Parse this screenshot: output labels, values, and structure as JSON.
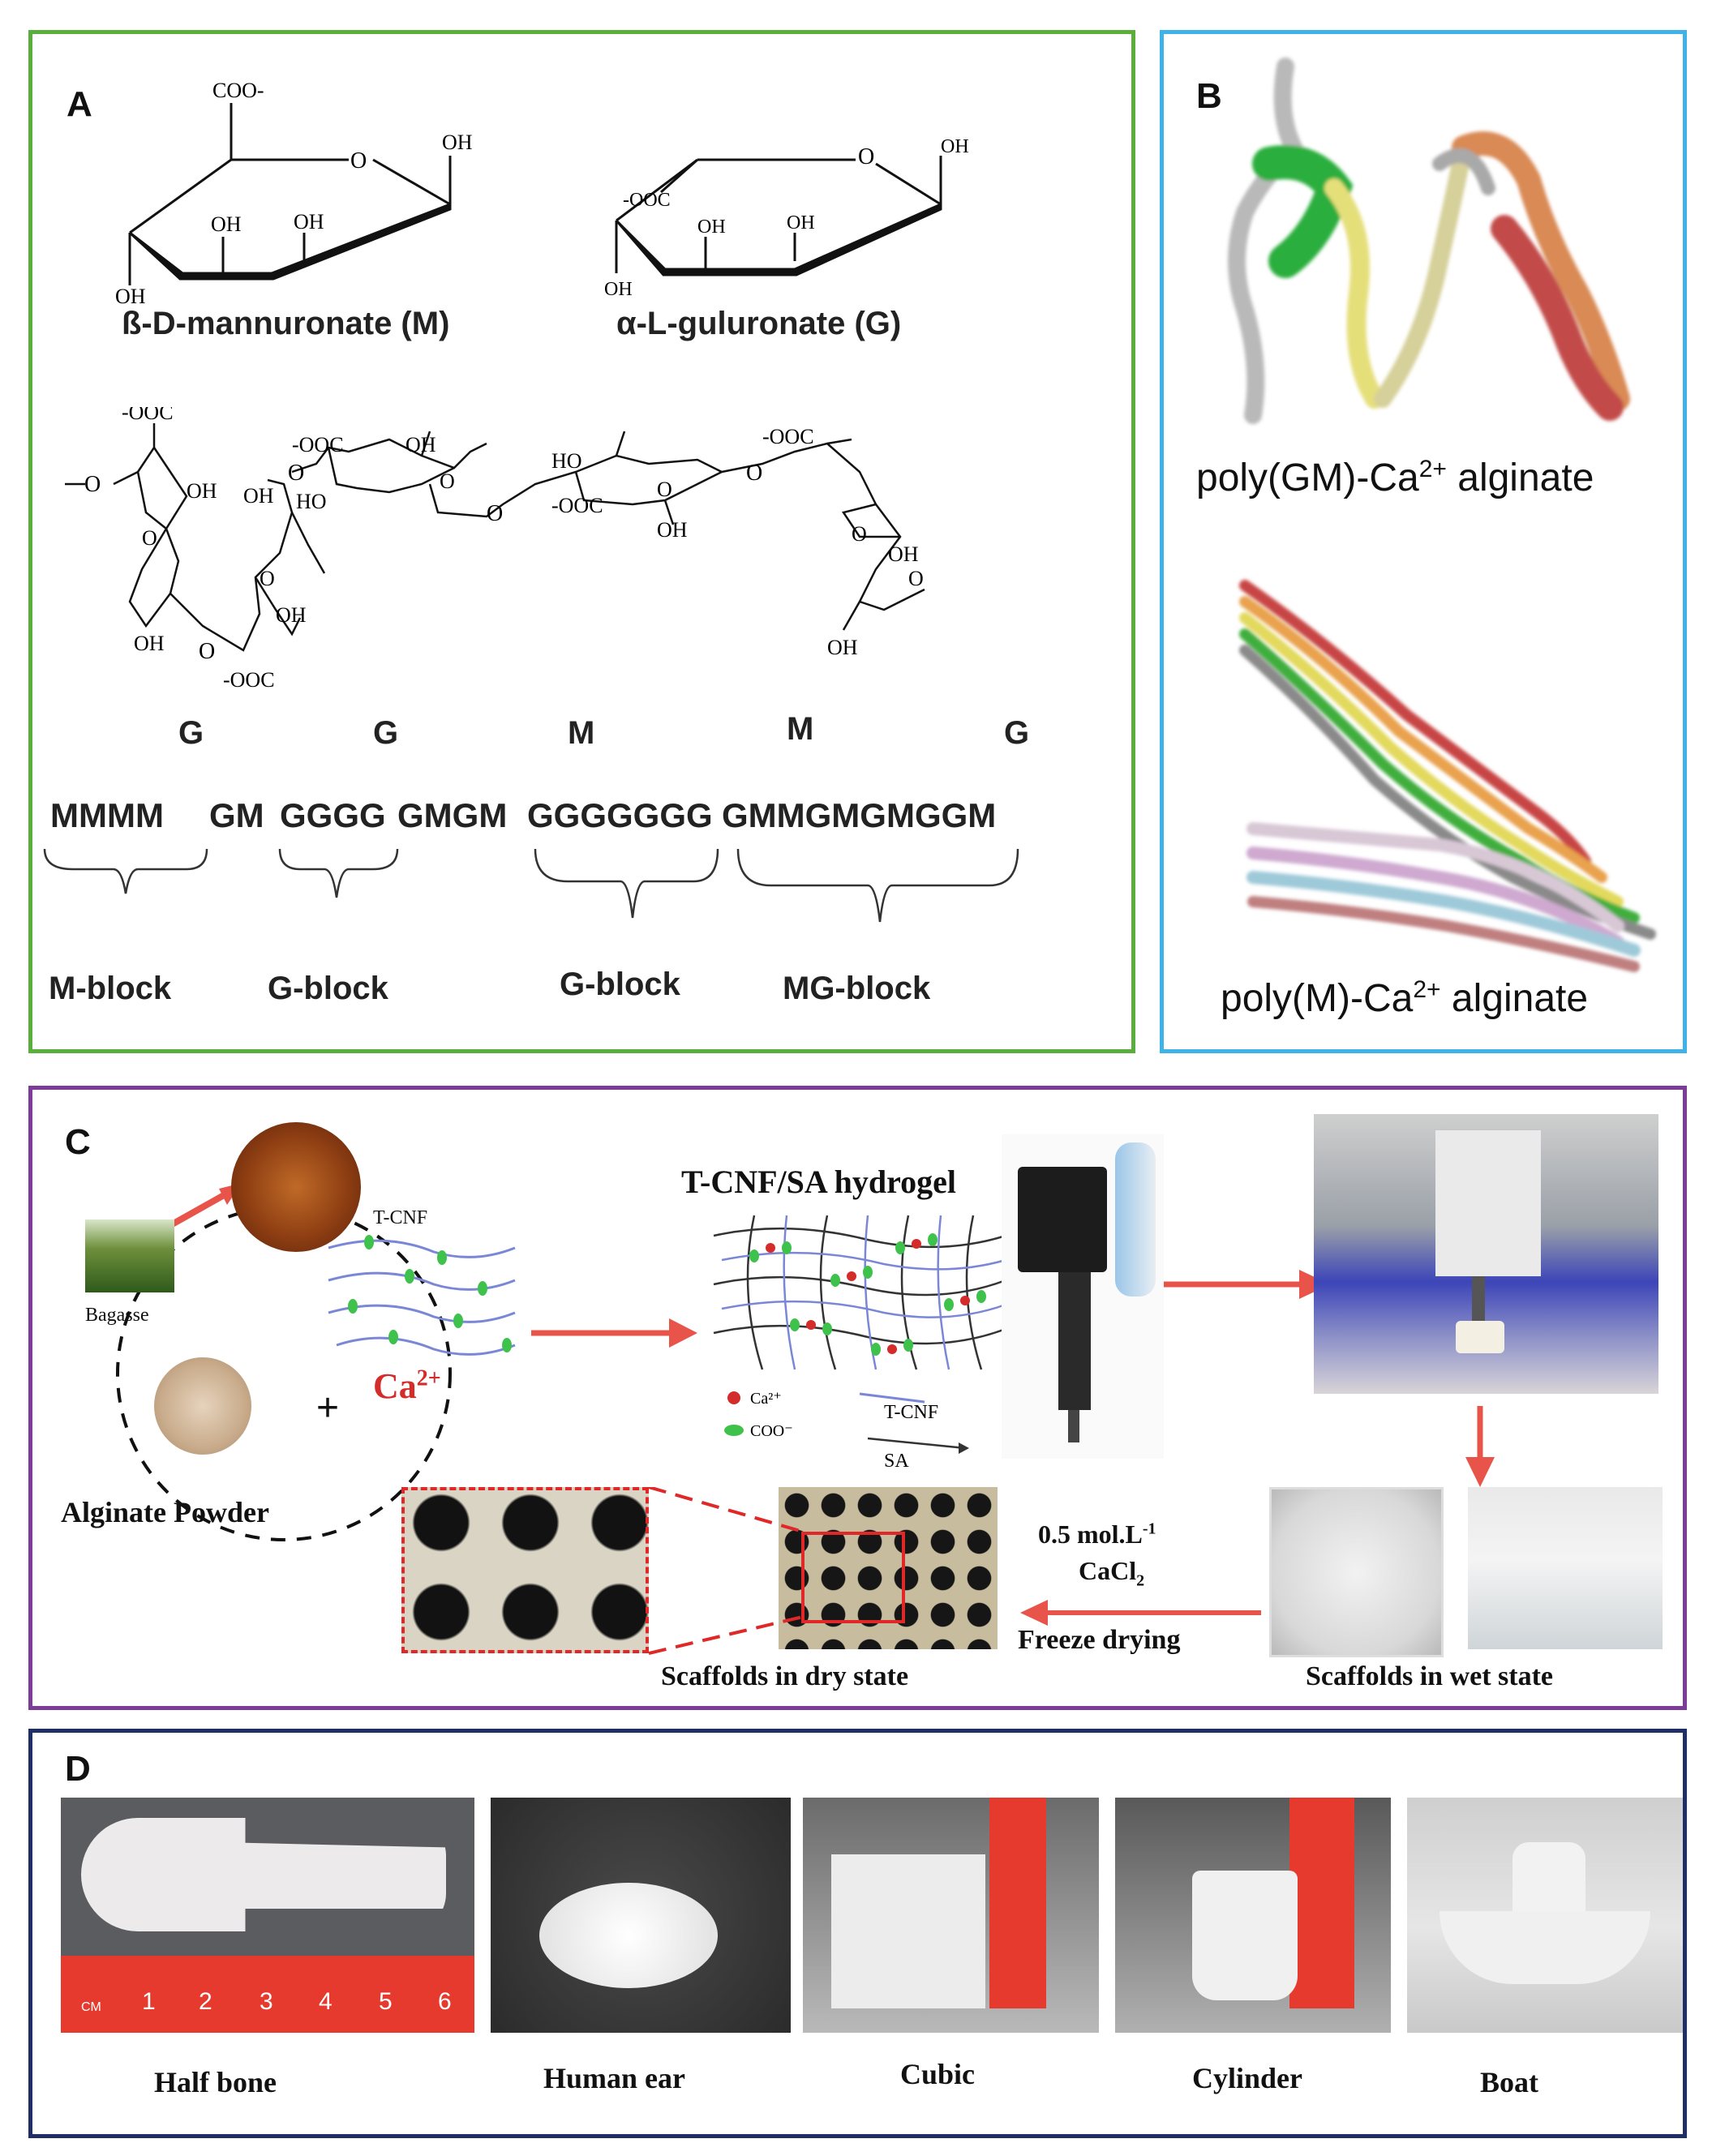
{
  "panels": {
    "A": {
      "label": "A",
      "monomers": [
        {
          "name": "ß-D-mannuronate (M)",
          "groups": [
            "COO-",
            "O",
            "OH",
            "OH",
            "OH",
            "OH"
          ]
        },
        {
          "name": "α-L-guluronate (G)",
          "groups": [
            "O",
            "OH",
            "-OOC",
            "OH",
            "OH",
            "OH"
          ]
        }
      ],
      "chain_units": [
        "G",
        "G",
        "M",
        "M",
        "G"
      ],
      "sequence": [
        "MMMM",
        "GM",
        "GGGG",
        "GMGM",
        "GGGGGGG",
        "GMMGMGMGGM"
      ],
      "blocks": [
        "M-block",
        "G-block",
        "G-block",
        "MG-block"
      ]
    },
    "B": {
      "label": "B",
      "structure_1": "poly(GM)-Ca",
      "structure_2": "poly(M)-Ca",
      "ion_sup": "2+",
      "suffix": " alginate"
    },
    "C": {
      "label": "C",
      "bagasse": "Bagasse",
      "tcnf": "T-CNF",
      "plus": "+",
      "ca": "Ca",
      "ca_sup": "2+",
      "alginate_powder": "Alginate Powder",
      "hydrogel_title": "T-CNF/SA hydrogel",
      "legend": [
        "Ca²⁺",
        "COO⁻",
        "T-CNF",
        "SA"
      ],
      "conc_line1": "0.5 mol.L",
      "conc_sup": "-1",
      "conc_line2": "CaCl",
      "conc_sub": "2",
      "freeze": "Freeze drying",
      "dry_caption": "Scaffolds in dry state",
      "wet_caption": "Scaffolds in wet state"
    },
    "D": {
      "label": "D",
      "items": [
        "Half bone",
        "Human ear",
        "Cubic",
        "Cylinder",
        "Boat"
      ],
      "ruler_digits": [
        "1",
        "2",
        "3",
        "4",
        "5",
        "6"
      ],
      "ruler_unit": "CM"
    }
  },
  "colors": {
    "panel_A_border": "#5aaf3c",
    "panel_B_border": "#3fb3e8",
    "panel_C_border": "#7d3c98",
    "panel_D_border": "#1f2f66",
    "arrow": "#e8544a"
  }
}
